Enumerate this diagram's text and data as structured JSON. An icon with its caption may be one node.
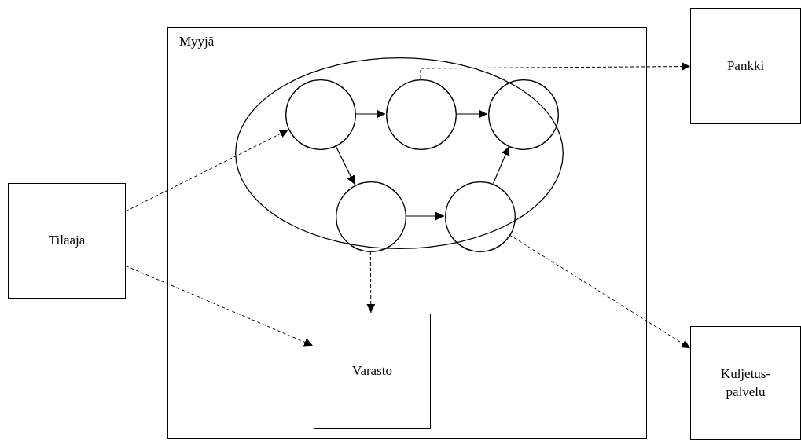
{
  "diagram": {
    "nodes": [
      {
        "text": [
          "Myyjä"
        ]
      },
      {
        "text": [],
        "shape": "ellipse",
        "in": 0
      },
      {
        "text": [],
        "shape": "circle",
        "in": 1
      },
      {
        "text": [],
        "shape": "circle",
        "in": 1
      },
      {
        "text": [],
        "shape": "circle",
        "in": 1
      },
      {
        "text": [],
        "shape": "circle",
        "in": 1
      },
      {
        "text": [],
        "shape": "circle",
        "in": 1
      },
      {
        "text": [
          "Varasto"
        ],
        "in": 0
      },
      {
        "text": [
          "Tilaaja"
        ]
      },
      {
        "text": [
          "Pankki"
        ]
      },
      {
        "text": [
          "Kuljetus- palvelu"
        ]
      }
    ],
    "edges": [
      {
        "from": 8,
        "to": 2,
        "arrow": "to",
        "style": "dashed"
      },
      {
        "from": 2,
        "to": 3,
        "arrow": "to"
      },
      {
        "from": 3,
        "to": 4,
        "arrow": "to"
      },
      {
        "from": 2,
        "to": 5,
        "arrow": "to"
      },
      {
        "from": 5,
        "to": 6,
        "arrow": "to"
      },
      {
        "from": 6,
        "to": 4,
        "arrow": "to"
      },
      {
        "from": 3,
        "to": 9,
        "arrow": "to",
        "style": "dashed"
      },
      {
        "from": 5,
        "to": 7,
        "arrow": "to",
        "style": "dashed"
      },
      {
        "from": 6,
        "to": 10,
        "arrow": "to",
        "style": "dashed"
      },
      {
        "from": 8,
        "to": 7,
        "arrow": "to",
        "style": "dashed"
      }
    ]
  }
}
